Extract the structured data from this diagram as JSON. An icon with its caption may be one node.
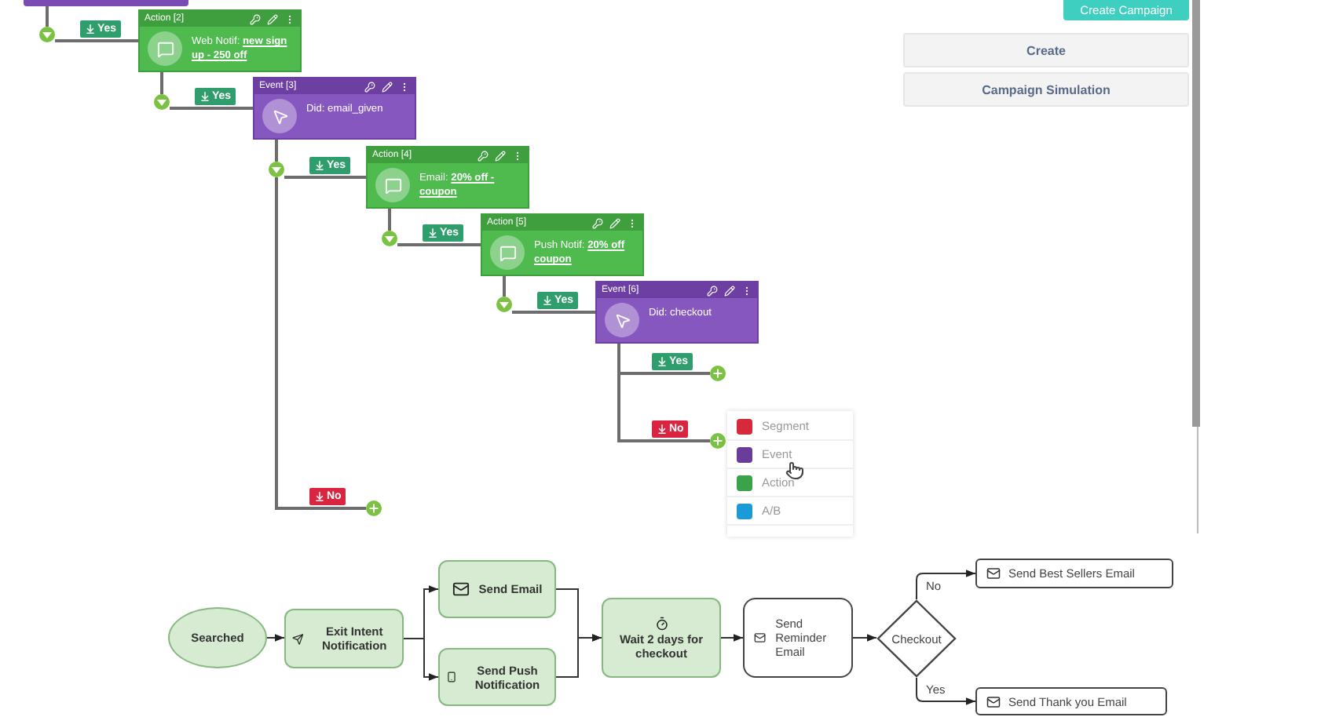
{
  "diagram": {
    "nodes": [
      {
        "text": [],
        "shape": "box"
      },
      {
        "text": [
          "Action [2]",
          "Web Notif: **new sign up - 250 off**"
        ]
      },
      {
        "text": [
          "Event [3]",
          "Did: email_given"
        ]
      },
      {
        "text": [
          "Action [4]",
          "Email: **20% off - coupon**"
        ]
      },
      {
        "text": [
          "Action [5]",
          "Push Notif: **20% off coupon**"
        ]
      },
      {
        "text": [
          "Event [6]",
          "Did: checkout"
        ]
      },
      {
        "text": [],
        "shape": "circle"
      },
      {
        "text": [],
        "shape": "circle"
      },
      {
        "text": [],
        "shape": "circle"
      },
      {
        "text": [
          "Searched"
        ]
      },
      {
        "text": [
          "Exit Intent Notification"
        ]
      },
      {
        "text": [
          "Send Email"
        ]
      },
      {
        "text": [
          "Send Push Notification"
        ]
      },
      {
        "text": [
          "Wait 2 days for checkout"
        ]
      },
      {
        "text": [
          "Send Reminder Email"
        ]
      },
      {
        "text": [
          "Checkout"
        ]
      },
      {
        "text": [
          "Send Best Sellers Email"
        ]
      },
      {
        "text": [
          "Send Thank you Email"
        ]
      },
      {
        "text": [],
        "shape": "circle"
      },
      {
        "text": [],
        "shape": "circle"
      },
      {
        "text": [],
        "shape": "circle"
      },
      {
        "text": [],
        "shape": "circle"
      },
      {
        "text": [],
        "shape": "circle"
      }
    ],
    "edges": [
      {
        "from": 0,
        "to": 18,
        "arrow": "none"
      },
      {
        "from": 18,
        "to": 1,
        "arrow": "none",
        "label": "Yes"
      },
      {
        "from": 1,
        "to": 19,
        "arrow": "none"
      },
      {
        "from": 19,
        "to": 2,
        "arrow": "none",
        "label": "Yes"
      },
      {
        "from": 2,
        "to": 20,
        "arrow": "none"
      },
      {
        "from": 20,
        "to": 3,
        "arrow": "none",
        "label": "Yes"
      },
      {
        "from": 20,
        "to": 8,
        "arrow": "none",
        "label": "No"
      },
      {
        "from": 3,
        "to": 21,
        "arrow": "none"
      },
      {
        "from": 21,
        "to": 4,
        "arrow": "none",
        "label": "Yes"
      },
      {
        "from": 4,
        "to": 22,
        "arrow": "none"
      },
      {
        "from": 22,
        "to": 5,
        "arrow": "none",
        "label": "Yes"
      },
      {
        "from": 5,
        "to": 6,
        "arrow": "none",
        "label": "Yes"
      },
      {
        "from": 5,
        "to": 7,
        "arrow": "none",
        "label": "No"
      },
      {
        "from": 9,
        "to": 10,
        "arrow": "to"
      },
      {
        "from": 10,
        "to": 11,
        "arrow": "to"
      },
      {
        "from": 10,
        "to": 12,
        "arrow": "to"
      },
      {
        "from": 11,
        "to": 13,
        "arrow": "to"
      },
      {
        "from": 12,
        "to": 13,
        "arrow": "to"
      },
      {
        "from": 13,
        "to": 14,
        "arrow": "to"
      },
      {
        "from": 14,
        "to": 15,
        "arrow": "to"
      },
      {
        "from": 15,
        "to": 16,
        "arrow": "to",
        "label": "No"
      },
      {
        "from": 15,
        "to": 17,
        "arrow": "to",
        "label": "Yes"
      }
    ],
    "labels": [
      "Create Campaign",
      "Create",
      "Campaign Simulation",
      "Segment",
      "Event",
      "Action",
      "A/B"
    ]
  }
}
